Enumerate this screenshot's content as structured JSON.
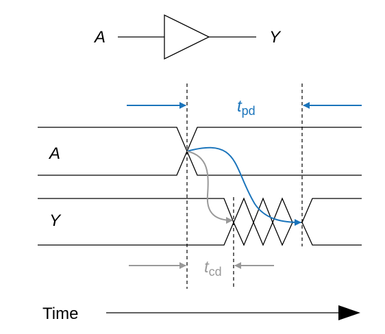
{
  "buffer": {
    "input_label": "A",
    "output_label": "Y"
  },
  "signals": [
    {
      "name": "A"
    },
    {
      "name": "Y"
    }
  ],
  "tpd": {
    "symbol": "t",
    "subscript": "pd"
  },
  "tcd": {
    "symbol": "t",
    "subscript": "cd"
  },
  "time_axis": {
    "label": "Time"
  },
  "colors": {
    "ink": "#000000",
    "tpd": "#1a74bb",
    "tcd": "#999999"
  }
}
